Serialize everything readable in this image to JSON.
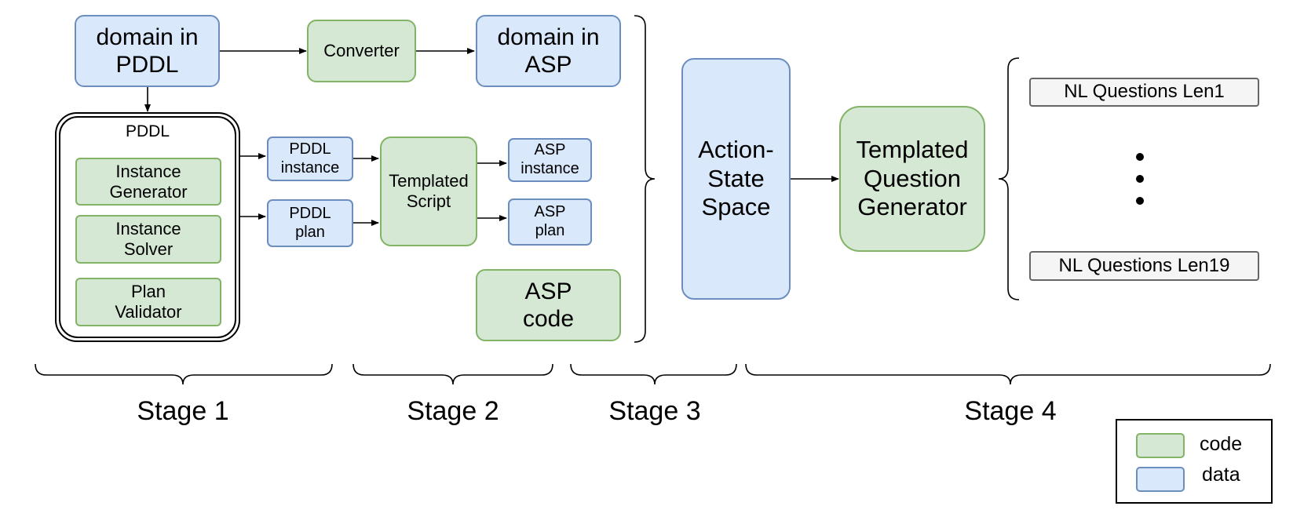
{
  "colors": {
    "code_fill": "#d5e8d4",
    "code_stroke": "#82b366",
    "data_fill": "#dae8fc",
    "data_stroke": "#6c8ebf",
    "question_fill": "#f5f5f5",
    "question_stroke": "#666666"
  },
  "nodes": {
    "domain_pddl": "domain in\nPDDL",
    "converter": "Converter",
    "domain_asp": "domain in\nASP",
    "pddl_group_title": "PDDL",
    "instance_generator": "Instance\nGenerator",
    "instance_solver": "Instance\nSolver",
    "plan_validator": "Plan\nValidator",
    "pddl_instance": "PDDL\ninstance",
    "pddl_plan": "PDDL\nplan",
    "templated_script": "Templated\nScript",
    "asp_instance": "ASP\ninstance",
    "asp_plan": "ASP\nplan",
    "asp_code": "ASP\ncode",
    "action_state_space": "Action-\nState\nSpace",
    "question_generator": "Templated\nQuestion\nGenerator",
    "nl_questions_first": "NL Questions Len1",
    "nl_questions_last": "NL Questions Len19"
  },
  "stages": [
    "Stage 1",
    "Stage 2",
    "Stage 3",
    "Stage 4"
  ],
  "legend": {
    "code": "code",
    "data": "data"
  }
}
